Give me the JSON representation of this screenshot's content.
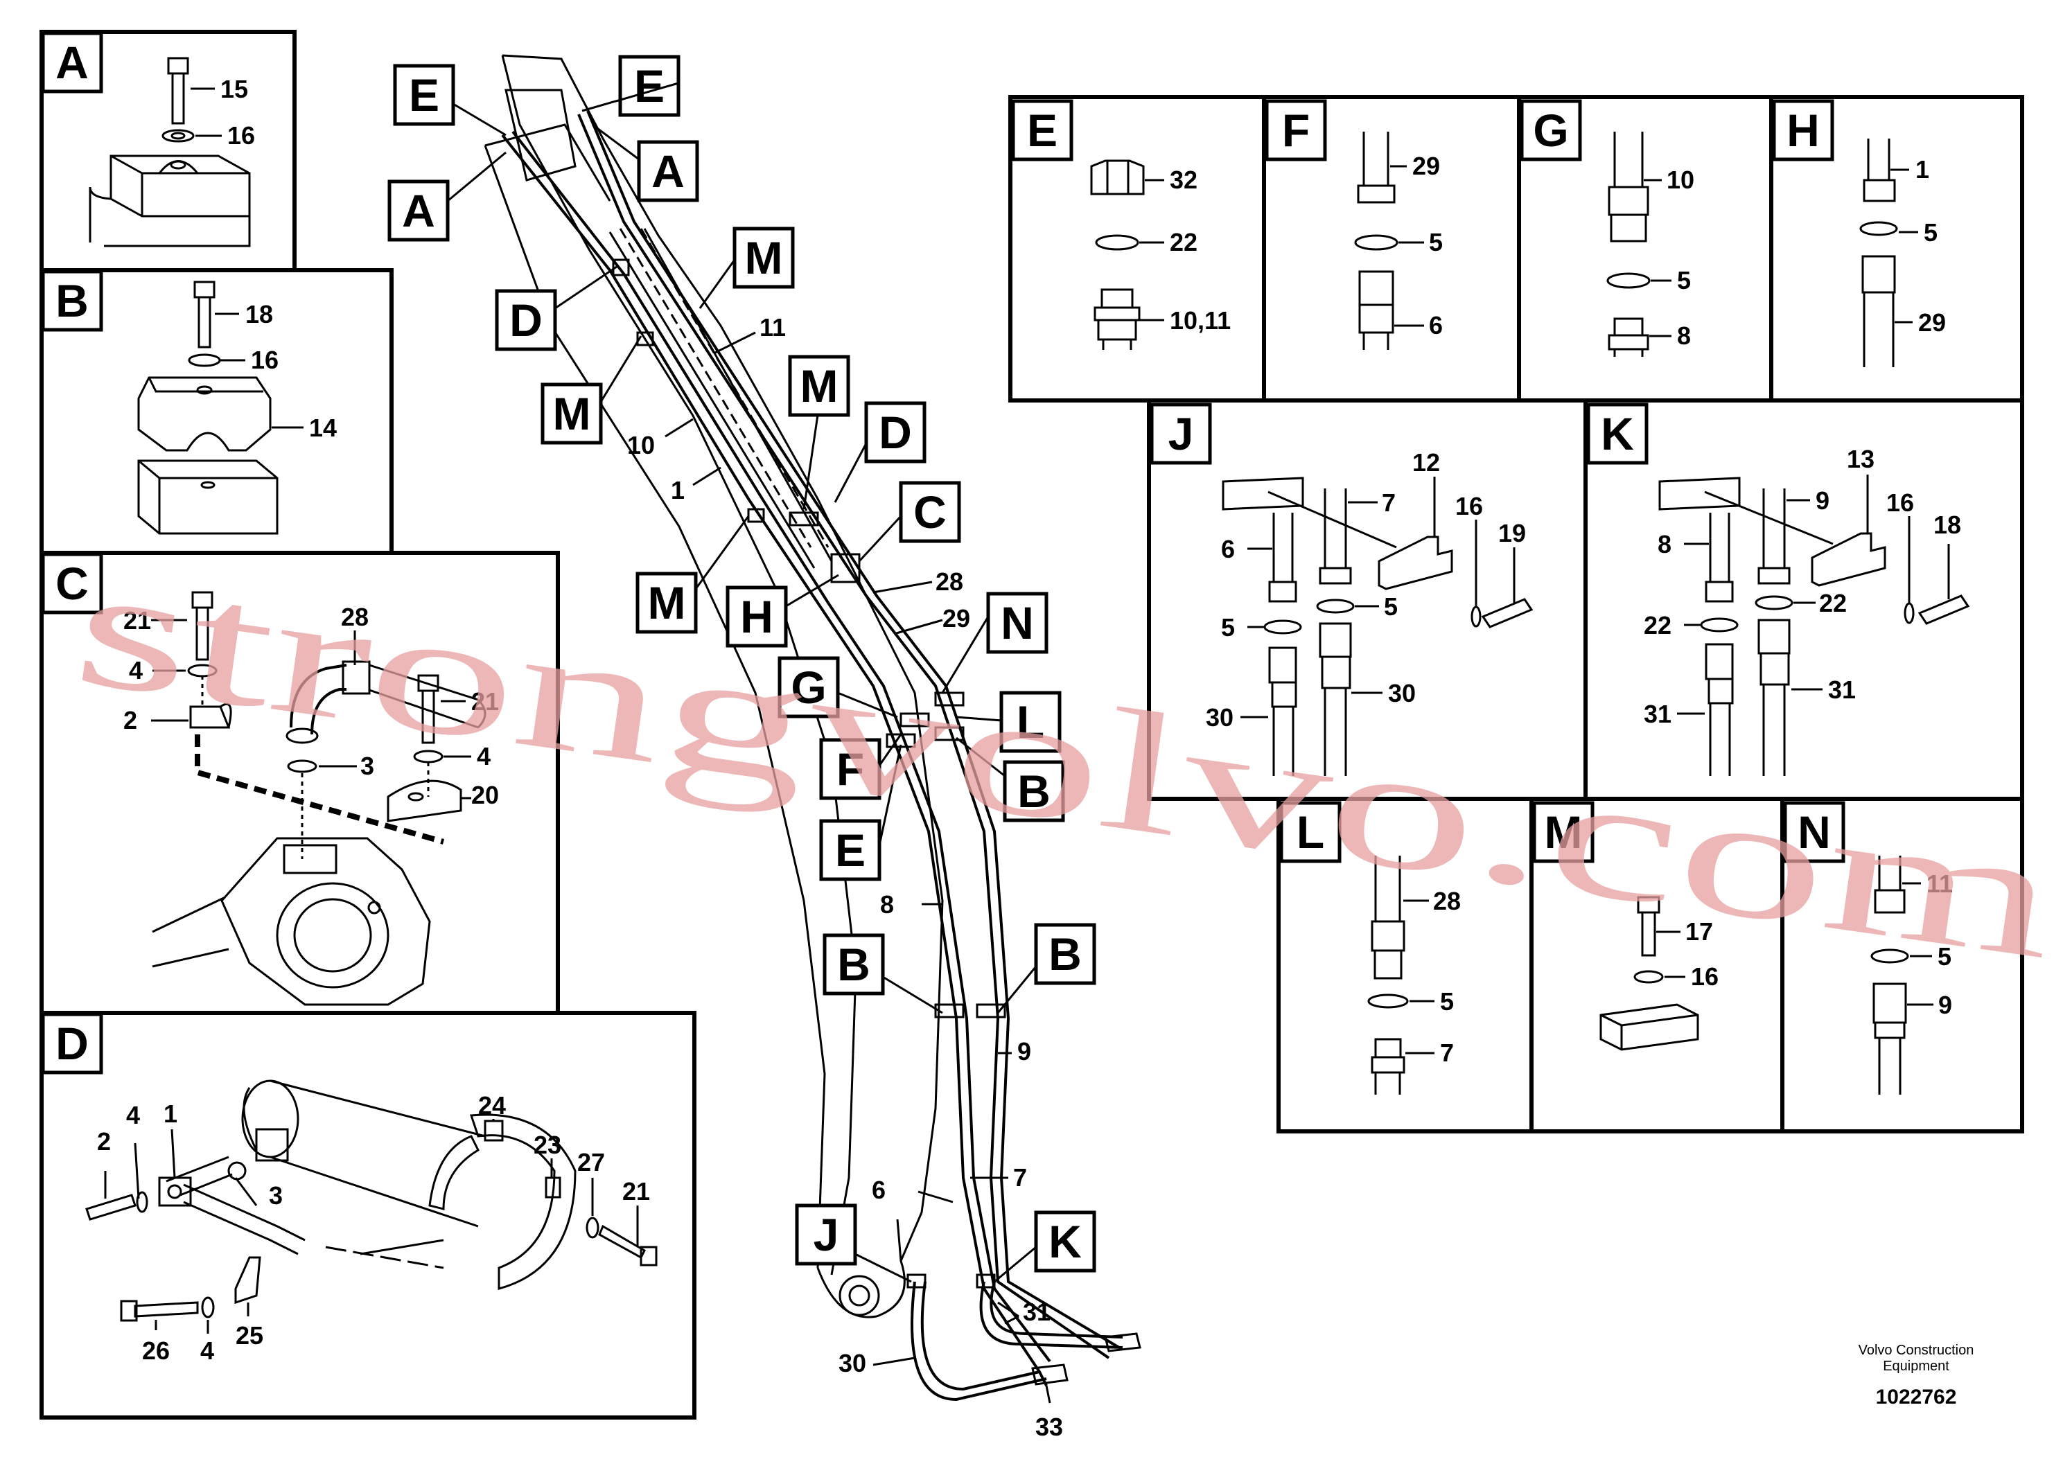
{
  "panels": {
    "A": {
      "letter": "A",
      "parts": [
        "15",
        "16"
      ]
    },
    "B": {
      "letter": "B",
      "parts": [
        "18",
        "16",
        "14"
      ]
    },
    "C": {
      "letter": "C",
      "parts": [
        "21",
        "4",
        "2",
        "28",
        "3",
        "21",
        "4",
        "20"
      ]
    },
    "D": {
      "letter": "D",
      "parts": [
        "2",
        "4",
        "1",
        "3",
        "24",
        "23",
        "27",
        "21",
        "26",
        "4",
        "25"
      ]
    },
    "E": {
      "letter": "E",
      "parts": [
        "32",
        "22",
        "10,11"
      ]
    },
    "F": {
      "letter": "F",
      "parts": [
        "29",
        "5",
        "6"
      ]
    },
    "G": {
      "letter": "G",
      "parts": [
        "10",
        "5",
        "8"
      ]
    },
    "H": {
      "letter": "H",
      "parts": [
        "1",
        "5",
        "29"
      ]
    },
    "J": {
      "letter": "J",
      "parts": [
        "12",
        "7",
        "16",
        "19",
        "6",
        "5",
        "5",
        "30",
        "30"
      ]
    },
    "K": {
      "letter": "K",
      "parts": [
        "13",
        "9",
        "16",
        "18",
        "8",
        "22",
        "22",
        "31",
        "31"
      ]
    },
    "L": {
      "letter": "L",
      "parts": [
        "28",
        "5",
        "7"
      ]
    },
    "M": {
      "letter": "M",
      "parts": [
        "17",
        "16"
      ]
    },
    "N": {
      "letter": "N",
      "parts": [
        "11",
        "5",
        "9"
      ]
    }
  },
  "main": {
    "callouts": [
      "E",
      "A",
      "E",
      "A",
      "D",
      "M",
      "M",
      "M",
      "D",
      "M",
      "C",
      "H",
      "N",
      "G",
      "L",
      "F",
      "B",
      "E",
      "B",
      "B",
      "J",
      "K"
    ],
    "parts": [
      "11",
      "10",
      "1",
      "28",
      "29",
      "8",
      "9",
      "7",
      "6",
      "31",
      "30",
      "33"
    ]
  },
  "footer": {
    "company_line1": "Volvo Construction",
    "company_line2": "Equipment",
    "drawing_number": "1022762"
  },
  "watermark": "strongvolvo.com"
}
